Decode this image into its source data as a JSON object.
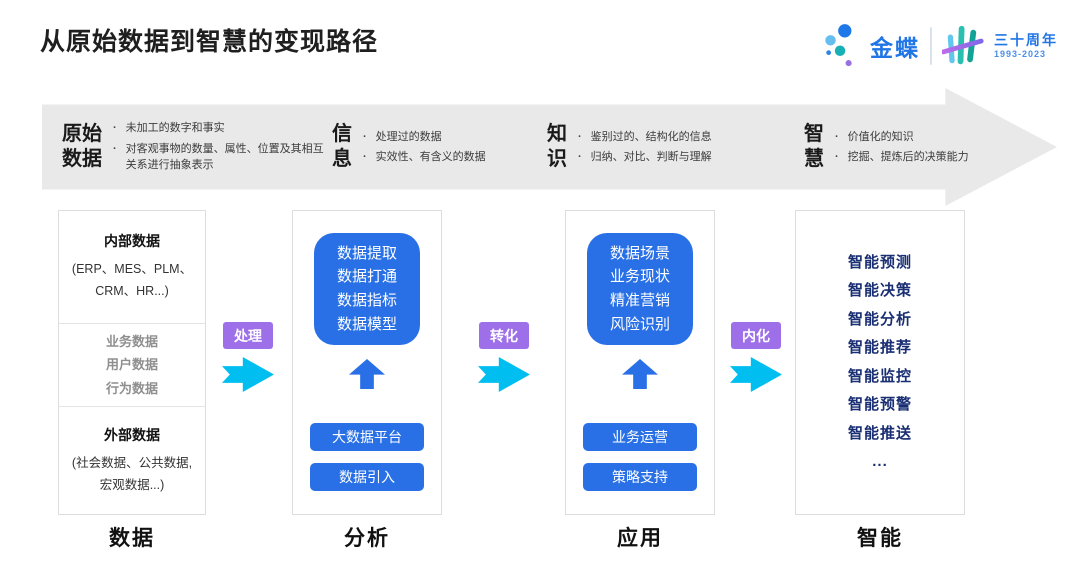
{
  "title": "从原始数据到智慧的变现路径",
  "logo": {
    "brand": "金蝶",
    "anniversary": "三十周年",
    "years": "1993-2023"
  },
  "band": {
    "stages": [
      {
        "label": "原始\n数据",
        "bullets": [
          "未加工的数字和事实",
          "对客观事物的数量、属性、位置及其相互关系进行抽象表示"
        ]
      },
      {
        "label": "信\n息",
        "bullets": [
          "处理过的数据",
          "实效性、有含义的数据"
        ]
      },
      {
        "label": "知\n识",
        "bullets": [
          "鉴别过的、结构化的信息",
          "归纳、对比、判断与理解"
        ]
      },
      {
        "label": "智\n慧",
        "bullets": [
          "价值化的知识",
          "挖掘、提炼后的决策能力"
        ]
      }
    ],
    "bullet_glyph": "·"
  },
  "flow": {
    "columns": [
      {
        "label": "数据",
        "internal_title": "内部数据",
        "internal_detail": "(ERP、MES、PLM、\nCRM、HR...)",
        "middle_items": [
          "业务数据",
          "用户数据",
          "行为数据"
        ],
        "external_title": "外部数据",
        "external_detail": "(社会数据、公共数据,\n宏观数据...)"
      },
      {
        "label": "分析",
        "box_text": "数据提取\n数据打通\n数据指标\n数据模型",
        "buttons": [
          "大数据平台",
          "数据引入"
        ]
      },
      {
        "label": "应用",
        "box_text": "数据场景\n业务现状\n精准营销\n风险识别",
        "buttons": [
          "业务运营",
          "策略支持"
        ]
      },
      {
        "label": "智能",
        "items": [
          "智能预测",
          "智能决策",
          "智能分析",
          "智能推荐",
          "智能监控",
          "智能预警",
          "智能推送",
          "..."
        ]
      }
    ],
    "connectors": [
      "处理",
      "转化",
      "内化"
    ]
  },
  "colors": {
    "blue": "#2970E6",
    "cyan": "#00BFF0",
    "purple": "#9D6FE8",
    "navy": "#1A2F73",
    "band_gray": "#E9E9E9",
    "brand_blue": "#2176E6"
  }
}
